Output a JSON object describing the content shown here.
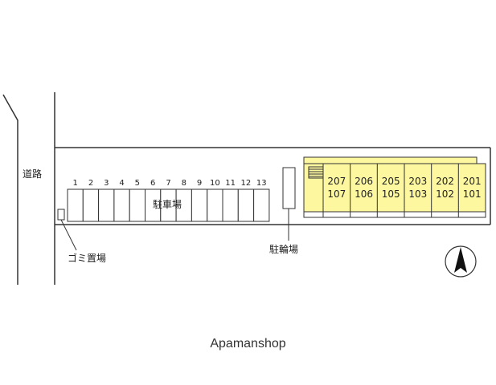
{
  "labels": {
    "road": "道路",
    "parking": "駐車場",
    "garbage": "ゴミ置場",
    "bicycle": "駐輪場",
    "footer": "Apamanshop"
  },
  "parking_slots": [
    "1",
    "2",
    "3",
    "4",
    "5",
    "6",
    "7",
    "8",
    "9",
    "10",
    "11",
    "12",
    "13"
  ],
  "units": [
    {
      "upper": "207",
      "lower": "107"
    },
    {
      "upper": "206",
      "lower": "106"
    },
    {
      "upper": "205",
      "lower": "105"
    },
    {
      "upper": "203",
      "lower": "103"
    },
    {
      "upper": "202",
      "lower": "102"
    },
    {
      "upper": "201",
      "lower": "101"
    }
  ],
  "colors": {
    "building": "#fdf7a0",
    "line": "#333333",
    "compass_fill": "#111111"
  },
  "icons": {
    "compass": "north-arrow-icon"
  }
}
